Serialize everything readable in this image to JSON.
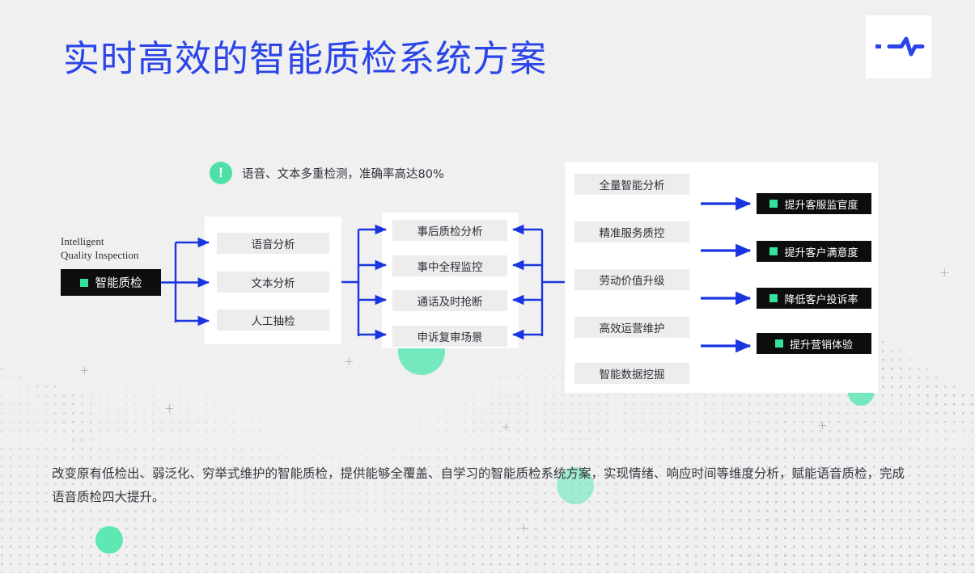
{
  "header": {
    "title": "实时高效的智能质检系统方案",
    "title_color": "#2b45e8",
    "logo_name": "pulse-waveform-logo"
  },
  "callout": {
    "badge": "!",
    "badge_color": "#4fe0a8",
    "text": "语音、文本多重检测，准确率高达80%"
  },
  "source": {
    "caption_line1": "Intelligent",
    "caption_line2": "Quality Inspection",
    "label": "智能质检",
    "box_color": "#0d0d0d",
    "marker_color": "#35e09b"
  },
  "columns": {
    "methods": {
      "items": [
        {
          "label": "语音分析"
        },
        {
          "label": "文本分析"
        },
        {
          "label": "人工抽检"
        }
      ]
    },
    "scenarios": {
      "items": [
        {
          "label": "事后质检分析"
        },
        {
          "label": "事中全程监控"
        },
        {
          "label": "通话及时抢断"
        },
        {
          "label": "申诉复审场景"
        }
      ]
    },
    "capabilities": {
      "items": [
        {
          "label": "全量智能分析"
        },
        {
          "label": "精准服务质控"
        },
        {
          "label": "劳动价值升级"
        },
        {
          "label": "高效运营维护"
        },
        {
          "label": "智能数据挖掘"
        }
      ]
    },
    "outcomes": {
      "items": [
        {
          "label": "提升客服监官度"
        },
        {
          "label": "提升客户满意度"
        },
        {
          "label": "降低客户投诉率"
        },
        {
          "label": "提升营销体验"
        }
      ]
    }
  },
  "connector_color": "#1a35e0",
  "footer": {
    "paragraph": "改变原有低检出、弱泛化、穷举式维护的智能质检，提供能够全覆盖、自学习的智能质检系统方案，实现情绪、响应时间等维度分析，赋能语音质检，完成语音质检四大提升。"
  },
  "decoration": {
    "plus_marks": [
      "+",
      "+",
      "+",
      "+",
      "+"
    ],
    "blob_color": "#5fe8b4"
  }
}
